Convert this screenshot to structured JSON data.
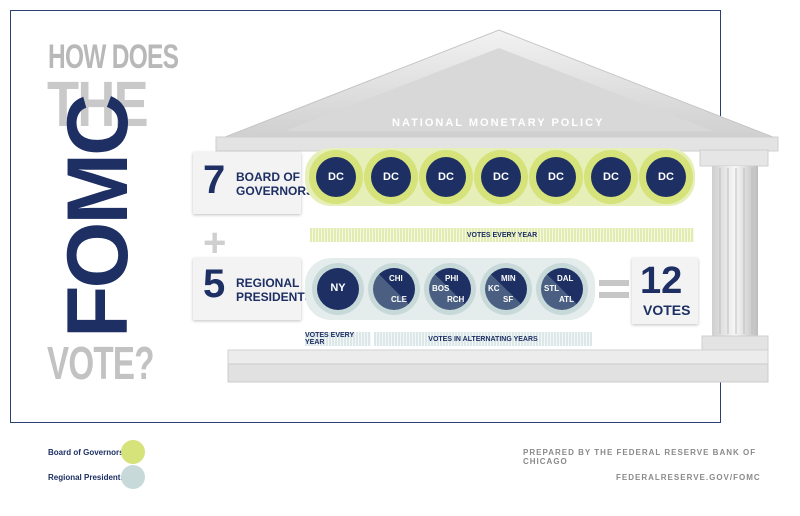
{
  "title": {
    "line1": "HOW DOES",
    "line2": "THE",
    "line3": "FOMC",
    "line4": "VOTE?"
  },
  "building": {
    "pediment_label": "NATIONAL MONETARY POLICY"
  },
  "board": {
    "count": "7",
    "label": "BOARD OF\nGOVERNORS",
    "members": [
      "DC",
      "DC",
      "DC",
      "DC",
      "DC",
      "DC",
      "DC"
    ],
    "votes_label": "VOTES EVERY YEAR"
  },
  "operator_plus": "+",
  "presidents": {
    "count": "5",
    "label": "REGIONAL\nPRESIDENTS",
    "members": [
      {
        "single": "NY"
      },
      {
        "top": "CHI",
        "bottom": "CLE"
      },
      {
        "top": "PHI",
        "left": "BOS",
        "bottom": "RCH"
      },
      {
        "top": "MIN",
        "left": "KC",
        "bottom": "SF"
      },
      {
        "top": "DAL",
        "left": "STL",
        "bottom": "ATL"
      }
    ],
    "votes_every_year": "VOTES EVERY YEAR",
    "votes_alternating": "VOTES IN ALTERNATING YEARS"
  },
  "total": {
    "number": "12",
    "label": "VOTES"
  },
  "legend": [
    {
      "label": "Board of Governors",
      "color": "#d6e27a"
    },
    {
      "label": "Regional Presidents",
      "color": "#c8d9d9"
    }
  ],
  "footer": {
    "credit": "PREPARED BY THE FEDERAL RESERVE BANK OF CHICAGO",
    "url": "FEDERALRESERVE.GOV/FOMC"
  },
  "colors": {
    "navy": "#1d2f63",
    "green": "#d6e27a",
    "gray_blue": "#c8d9d9"
  }
}
